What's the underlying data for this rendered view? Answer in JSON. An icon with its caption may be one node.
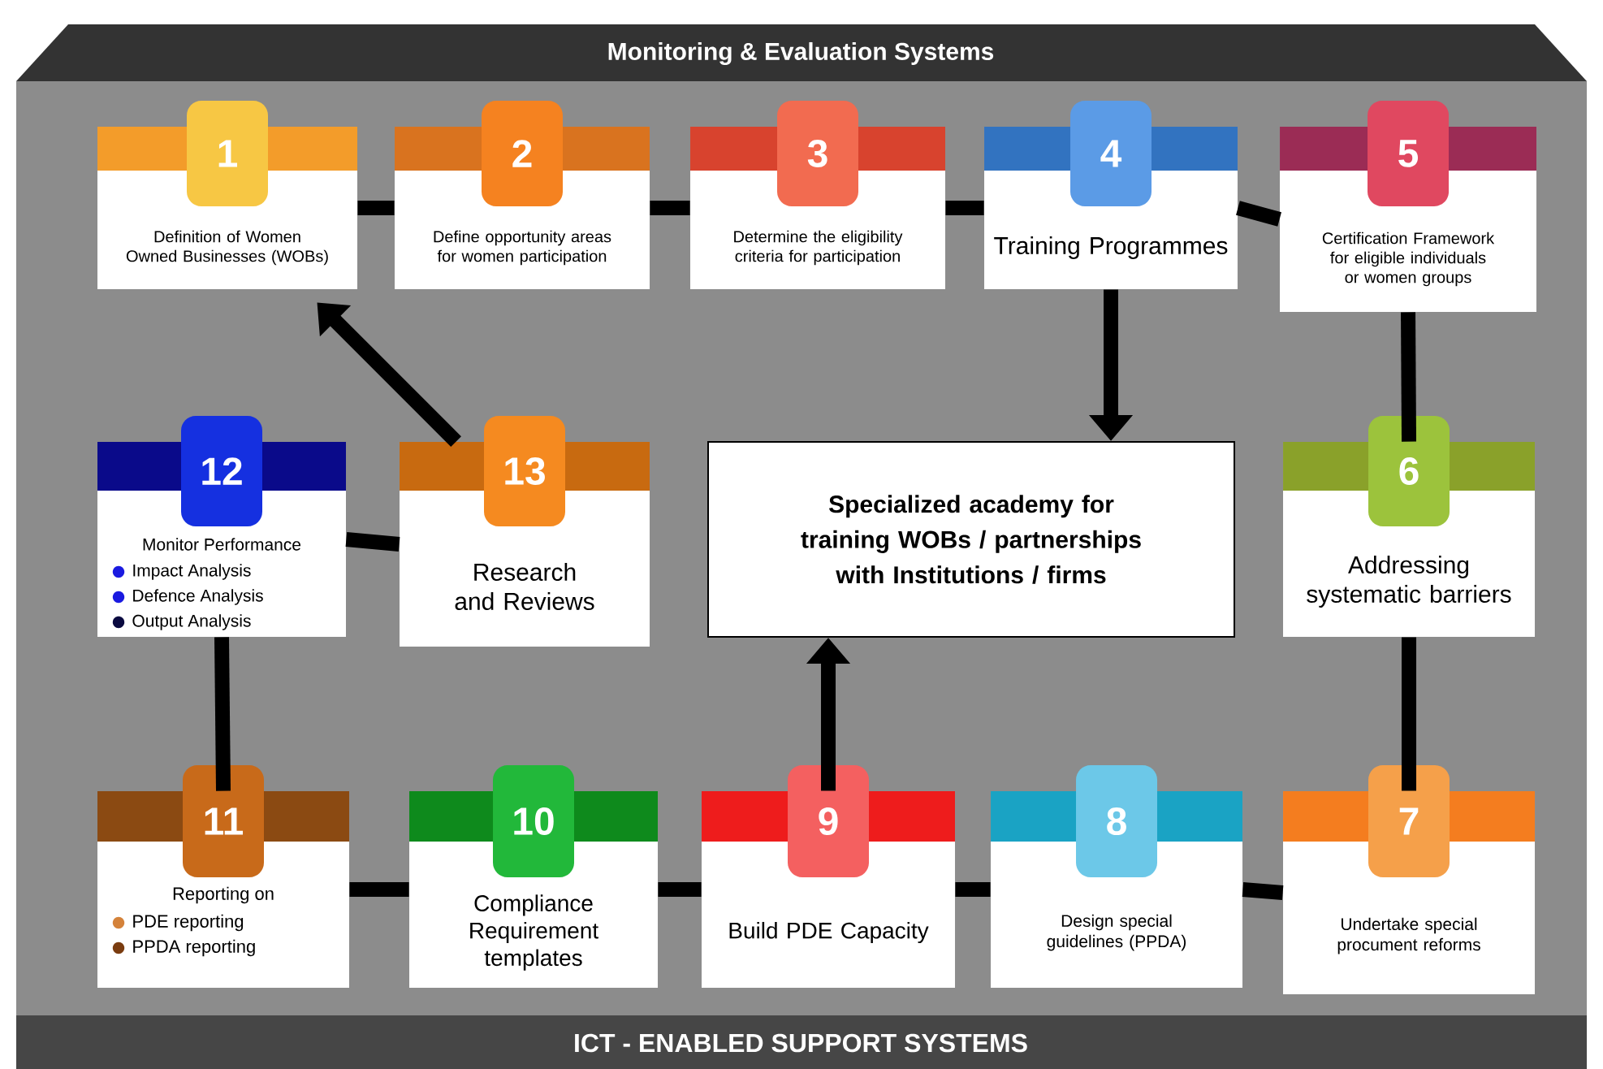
{
  "diagram": {
    "nodes": [
      {
        "text": [
          "1",
          "Definition of Women Owned Businesses (WOBs)"
        ]
      },
      {
        "text": [
          "2",
          "Define opportunity areas for women participation"
        ]
      },
      {
        "text": [
          "3",
          "Determine the eligibility criteria for participation"
        ]
      },
      {
        "text": [
          "4",
          "Training Programmes"
        ]
      },
      {
        "text": [
          "5",
          "Certification Framework for eligible individuals or women groups"
        ]
      },
      {
        "text": [
          "6",
          "Addressing systematic barriers"
        ]
      },
      {
        "text": [
          "7",
          "Undertake special procument reforms"
        ]
      },
      {
        "text": [
          "8",
          "Design special guidelines (PPDA)"
        ]
      },
      {
        "text": [
          "9",
          "Build PDE Capacity"
        ]
      },
      {
        "text": [
          "10",
          "Compliance Requirement templates"
        ]
      },
      {
        "text": [
          "11",
          "Reporting on",
          "PDE reporting",
          "PPDA reporting"
        ]
      },
      {
        "text": [
          "12",
          "Monitor Performance",
          "Impact Analysis",
          "Defence Analysis",
          "Output Analysis"
        ]
      },
      {
        "text": [
          "13",
          "Research and Reviews"
        ]
      },
      {
        "text": [
          "Specialized academy for training WOBs / partnerships with Institutions / firms"
        ]
      }
    ],
    "edges": [
      {
        "from": 0,
        "to": 1,
        "arrow": "none"
      },
      {
        "from": 1,
        "to": 2,
        "arrow": "none"
      },
      {
        "from": 2,
        "to": 3,
        "arrow": "none"
      },
      {
        "from": 3,
        "to": 4,
        "arrow": "none"
      },
      {
        "from": 3,
        "to": 13,
        "arrow": "to"
      },
      {
        "from": 4,
        "to": 5,
        "arrow": "none"
      },
      {
        "from": 5,
        "to": 6,
        "arrow": "none"
      },
      {
        "from": 6,
        "to": 7,
        "arrow": "none"
      },
      {
        "from": 7,
        "to": 8,
        "arrow": "none"
      },
      {
        "from": 8,
        "to": 9,
        "arrow": "none"
      },
      {
        "from": 8,
        "to": 13,
        "arrow": "to"
      },
      {
        "from": 9,
        "to": 10,
        "arrow": "none"
      },
      {
        "from": 10,
        "to": 11,
        "arrow": "none"
      },
      {
        "from": 11,
        "to": 12,
        "arrow": "none"
      },
      {
        "from": 12,
        "to": 0,
        "arrow": "to"
      }
    ],
    "labels": [
      "Monitoring & Evaluation Systems",
      "ICT - ENABLED SUPPORT SYSTEMS"
    ]
  }
}
